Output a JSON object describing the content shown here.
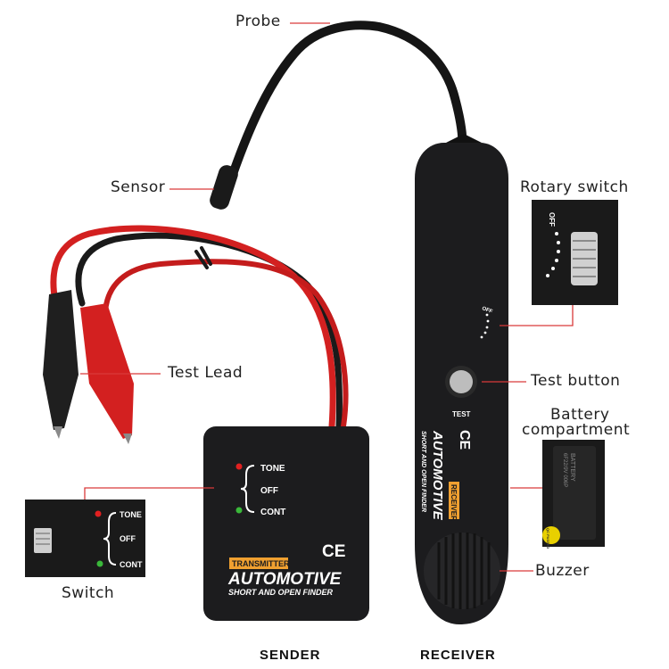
{
  "labels": {
    "probe": "Probe",
    "sensor": "Sensor",
    "rotary_switch": "Rotary switch",
    "test_lead": "Test Lead",
    "test_button": "Test button",
    "battery_line1": "Battery",
    "battery_line2": "compartment",
    "buzzer": "Buzzer",
    "switch": "Switch"
  },
  "captions": {
    "sender": "SENDER",
    "receiver": "RECEIVER"
  },
  "transmitter": {
    "tone": "TONE",
    "off": "OFF",
    "cont": "CONT",
    "ce": "CE",
    "badge": "TRANSMITTER",
    "brand": "AUTOMOTIVE",
    "subtitle": "SHORT AND OPEN FINDER"
  },
  "receiver_unit": {
    "off": "OFF",
    "test": "TEST",
    "ce": "CE",
    "brand": "AUTOMOTIVE",
    "subtitle": "SHORT AND OPEN FINDER",
    "badge": "RECEIVER"
  },
  "inset_switch": {
    "tone": "TONE",
    "off": "OFF",
    "cont": "CONT"
  },
  "inset_rotary": {
    "off": "OFF"
  },
  "inset_battery": {
    "line1": "BATTERY",
    "line2": "6F22/9V 006P",
    "tag": "QC PASSED"
  },
  "colors": {
    "device_body": "#1c1c1e",
    "lead_red": "#d32020",
    "callout_line": "#d93a3a",
    "badge_orange": "#f0a030",
    "led_red": "#e02020",
    "led_green": "#3ab83a"
  }
}
